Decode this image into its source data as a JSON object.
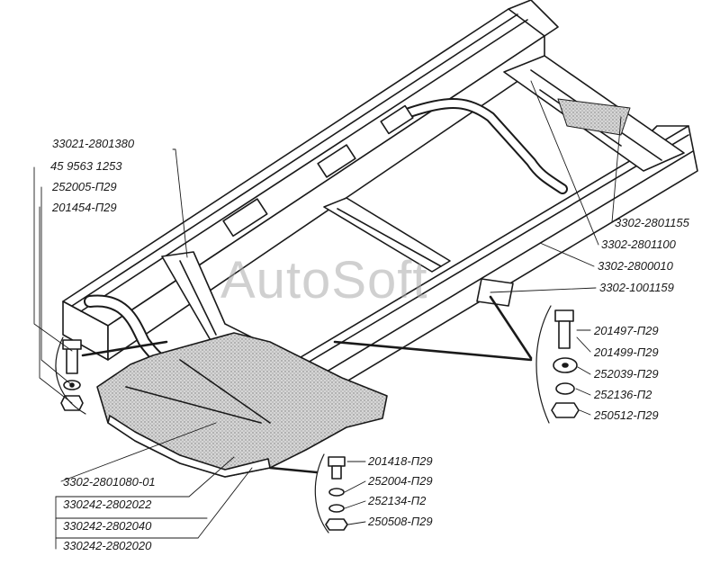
{
  "watermark": "AutoSoft",
  "labels": {
    "frame_top_rear_crossmember": "33021-2801380",
    "bolt_left": "45 9563 1253",
    "washer_left": "252005-П29",
    "nut_left": "201454-П29",
    "crossmember_rear": "3302-2801155",
    "crossmember_mid": "3302-2801100",
    "frame_assembly": "3302-2800010",
    "bracket_support": "3302-1001159",
    "bolt_right_1": "201497-П29",
    "bolt_right_2": "201499-П29",
    "washer_right": "252039-П29",
    "lock_washer_right": "252136-П2",
    "nut_right": "250512-П29",
    "bolt_bottom": "201418-П29",
    "washer_bottom": "252004-П29",
    "lock_washer_bottom": "252134-П2",
    "nut_bottom": "250508-П29",
    "shield_assembly": "3302-2801080-01",
    "shield_part_a": "330242-2802022",
    "shield_part_b": "330242-2802040",
    "shield_part_c": "330242-2802020"
  },
  "colors": {
    "ink": "#1a1a1a",
    "shading": "#bdbdbd",
    "watermark": "#aaaaaa"
  }
}
